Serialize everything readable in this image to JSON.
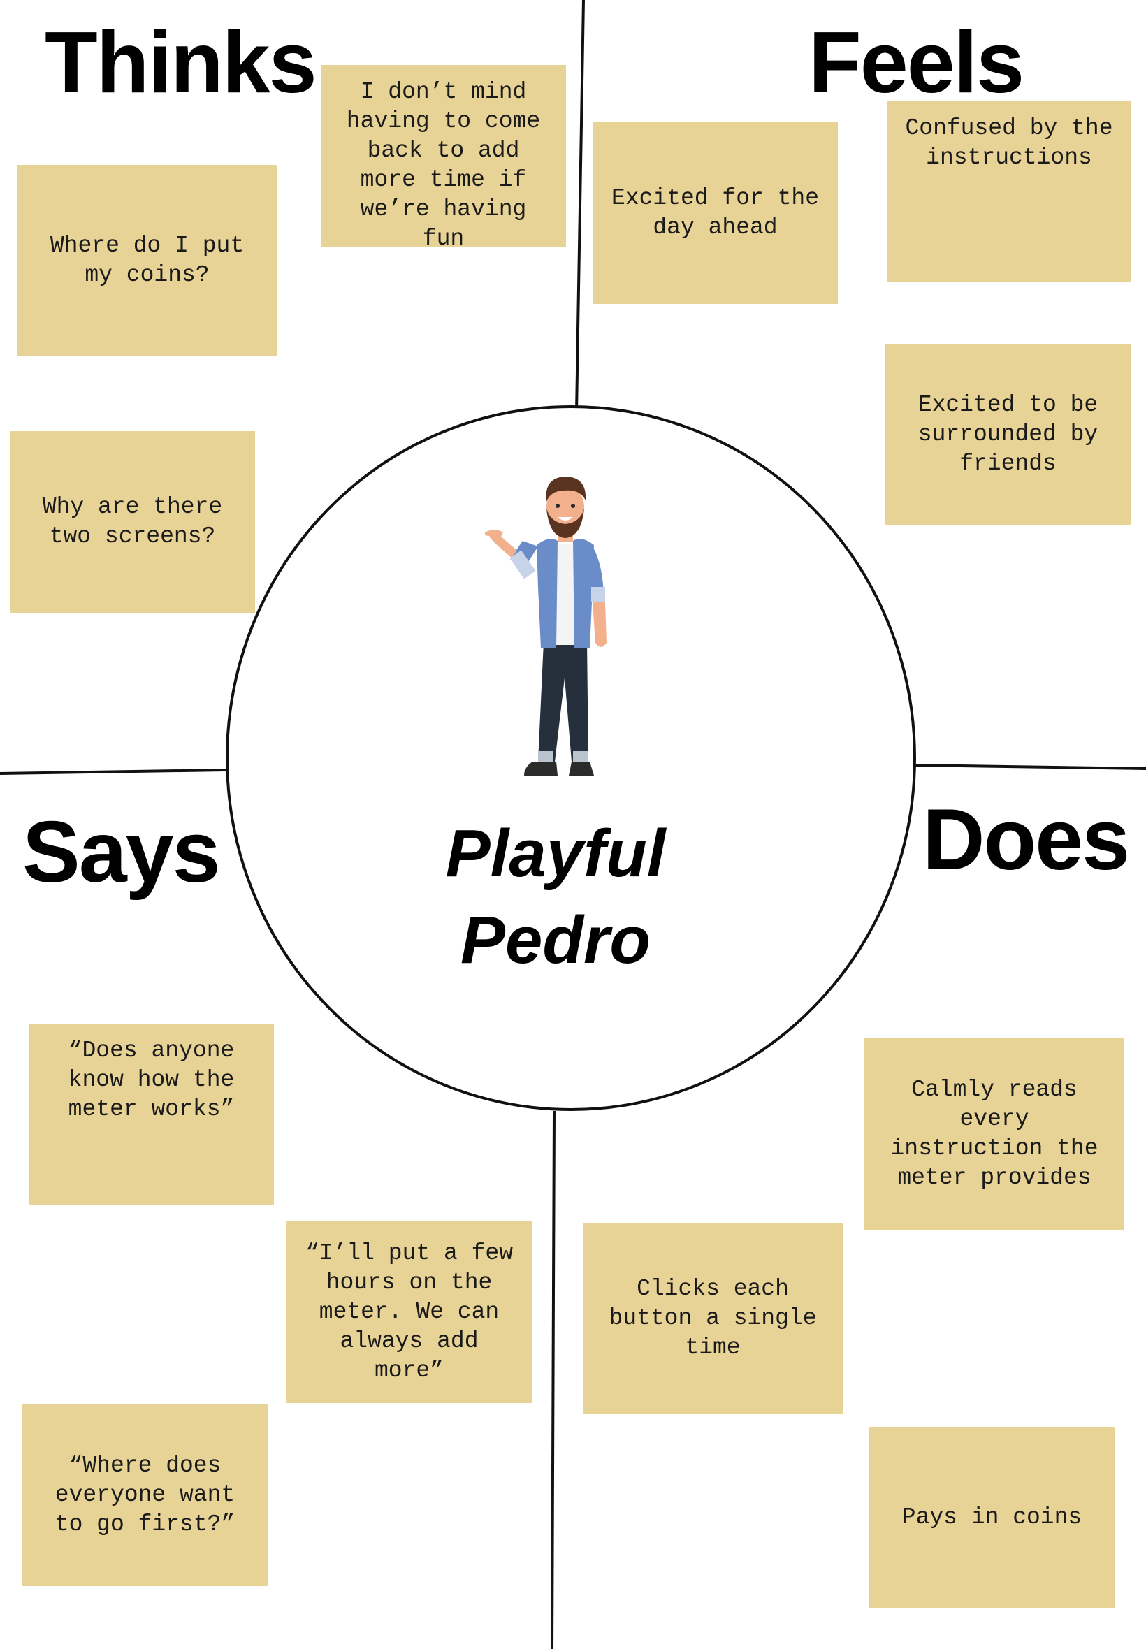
{
  "colors": {
    "note": "#e8d396",
    "line": "#111111",
    "shirt": "#6a8cc8",
    "pants": "#26303d",
    "skin": "#f3b08c",
    "hair": "#5a3420"
  },
  "quadrants": {
    "thinks": {
      "title": "Thinks",
      "notes": [
        "I don’t mind having to come back to add more time if we’re having fun",
        "Where do I put my coins?",
        "Why are there two screens?"
      ]
    },
    "feels": {
      "title": "Feels",
      "notes": [
        "Excited for the day ahead",
        "Confused by the instructions",
        "Excited to be surrounded by friends"
      ]
    },
    "says": {
      "title": "Says",
      "notes": [
        "“Does anyone know how the meter works”",
        "“I’ll put a few hours on the meter. We can always add more”",
        "“Where does everyone want to go first?”"
      ]
    },
    "does": {
      "title": "Does",
      "notes": [
        "Calmly reads every instruction the meter provides",
        "Clicks each button a single time",
        "Pays in coins"
      ]
    }
  },
  "persona": {
    "name": "Playful\nPedro",
    "icon": "persona-man-waving-icon"
  }
}
